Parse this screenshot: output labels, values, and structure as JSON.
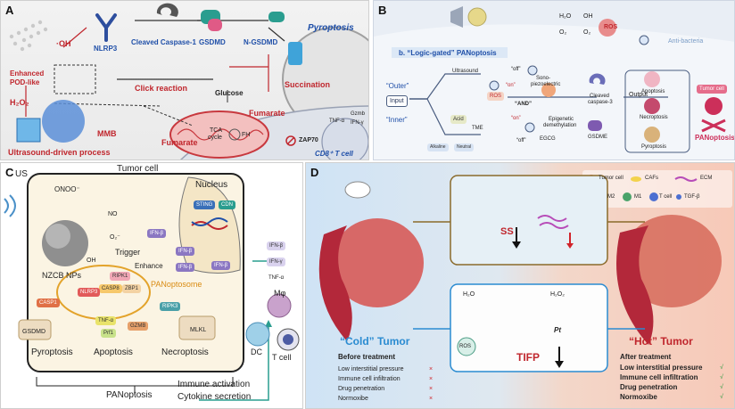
{
  "panel_a": {
    "label": "A",
    "items": {
      "enhanced_pod": "Enhanced",
      "pod_like": "POD-like",
      "oh": "·OH",
      "h2o2": "H₂O₂",
      "nlrp3": "NLRP3",
      "cleaved_caspase": "Cleaved Caspase-1",
      "gsdmd": "GSDMD",
      "n_gsdmd": "N-GSDMD",
      "pyroptosis": "Pyroptosis",
      "click_reaction": "Click reaction",
      "glucose": "Glucose",
      "succination": "Succination",
      "mmb": "MMB",
      "fumarate1": "Fumarate",
      "tca": "TCA",
      "cycle": "cycle",
      "fh": "FH",
      "fumarate2": "Fumarate",
      "ultrasound_process": "Ultrasound-driven process",
      "zap70": "ZAP70",
      "gzmb": "Gzmb",
      "tnf": "TNF-α",
      "ifn": "IFN-γ",
      "cd8": "CD8⁺ T cell"
    }
  },
  "panel_b": {
    "label": "B",
    "title": "b. “Logic-gated” PANoptosis",
    "items": {
      "oh": "OH",
      "o2": "O₂",
      "h2o": "H₂O",
      "o2b": "O₂",
      "ros_top": "ROS",
      "anti_bacteria": "Anti-bacteria",
      "outer": "“Outer”",
      "inner": "“Inner”",
      "input": "Input",
      "ultrasound": "Ultrasound",
      "off1": "“off”",
      "on1": "“on”",
      "ros": "ROS",
      "sono": "Sono-",
      "piezo": "piezoelectric",
      "and": "“AND”",
      "acid": "Acid",
      "on2": "“on”",
      "off2": "“off”",
      "tme": "TME",
      "egcg": "EGCG",
      "epigenetic": "Epigenetic",
      "demethylation": "demethylation",
      "alkaline": "Alkaline",
      "neutral": "Neutral",
      "cleaved": "Cleaved",
      "caspase3": "caspase-3",
      "gsdme": "GSDME",
      "output": "Output",
      "apoptosis": "Apoptosis",
      "necroptosis": "Necroptosis",
      "pyroptosis": "Pyroptosis",
      "tumor_cell": "Tumor cell",
      "panoptosis": "PANoptosis"
    }
  },
  "panel_c": {
    "label": "C",
    "items": {
      "us": "US",
      "tumor_cell": "Tumor cell",
      "nucleus": "Nucleus",
      "onoo": "ONOO⁻",
      "no": "NO",
      "o2m": "O₂⁻",
      "oh": "OH",
      "sting": "STING",
      "cdn": "CDN",
      "trigger": "Trigger",
      "nzcb": "NZCB NPs",
      "ifnb1": "IFN-β",
      "ifnb2": "IFN-β",
      "ifnb3": "IFN-β",
      "ifnb4": "IFN-β",
      "enhance": "Enhance",
      "ripk1": "RIPK1",
      "casp8": "CASP8",
      "zbp1": "ZBP1",
      "nlrp3": "NLRP3",
      "panoptosome": "PANoptosome",
      "casp1": "CASP1",
      "ripk3": "RIPK3",
      "gsdmd": "GSDMD",
      "mlkl": "MLKL",
      "tnfa": "TNF-α",
      "prf1": "Prf1",
      "gzmb": "GZMB",
      "pyroptosis": "Pyroptosis",
      "apoptosis": "Apoptosis",
      "necroptosis": "Necroptosis",
      "panoptosis": "PANoptosis",
      "immune": "Immune activation",
      "cytokine": "Cytokine secretion",
      "side_ifnb": "IFN-β",
      "side_ifng": "IFN-γ",
      "side_tnf": "TNF-α",
      "mphi": "Mφ",
      "dc": "DC",
      "tcell": "T cell"
    }
  },
  "panel_d": {
    "label": "D",
    "legend": {
      "tumor_cell": "Tumor cell",
      "cafs": "CAFs",
      "ecm": "ECM",
      "m2": "M2",
      "m1": "M1",
      "tcell": "T cell",
      "tgfb": "TGF-β"
    },
    "ss": "SS",
    "tifp": "TIFP",
    "h2o": "H₂O",
    "h2o2": "H₂O₂",
    "pt": "Pt",
    "ros": "ROS",
    "cold": "“Cold” Tumor",
    "hot": "“Hot” Tumor",
    "before": {
      "title": "Before treatment",
      "rows": [
        "Low interstitial pressure",
        "Immune cell infiltration",
        "Drug penetration",
        "Normoxibe"
      ]
    },
    "after": {
      "title": "After treatment",
      "rows": [
        "Low interstitial pressure",
        "Immune cell infiltration",
        "Drug penetration",
        "Normoxibe"
      ]
    },
    "mark_cross": "×",
    "mark_check": "√"
  },
  "colors": {
    "red": "#c0262d",
    "blue": "#1f4fa8",
    "panel_c_bg": "#fbf4e3",
    "panel_d_left": "#cfe3f5",
    "panel_d_right": "#f7c9b8"
  }
}
